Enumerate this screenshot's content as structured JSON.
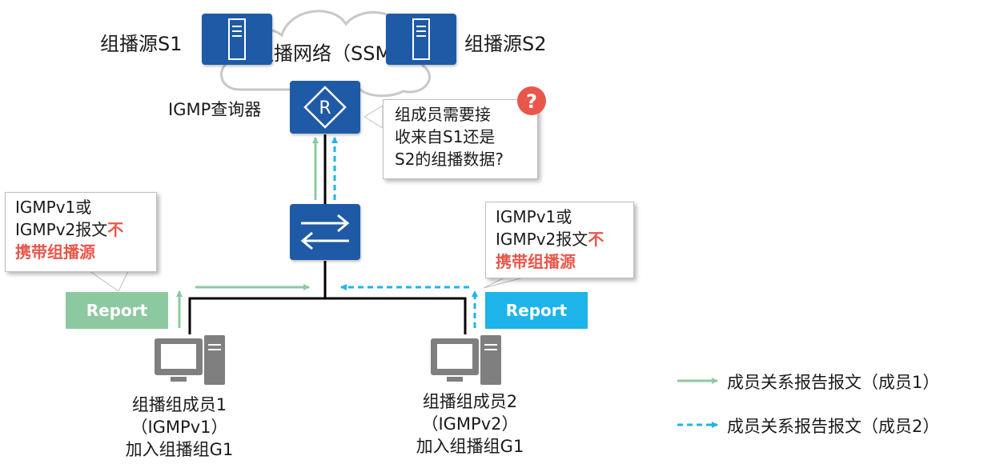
{
  "cloud": {
    "label": "组播网络（SSM）"
  },
  "sources": [
    {
      "label": "组播源S1",
      "icon": "server-icon"
    },
    {
      "label": "组播源S2",
      "icon": "server-icon"
    }
  ],
  "querier": {
    "label": "IGMP查询器",
    "icon": "router-icon"
  },
  "switch": {
    "icon": "switch-icon"
  },
  "question_bubble": {
    "lines": [
      "组成员需要接",
      "收来自S1还是",
      "S2的组播数据?"
    ],
    "icon": "question-icon",
    "badge_color": "#e8574a"
  },
  "callout_left": {
    "line1": "IGMPv1或",
    "line2a": "IGMPv2报文",
    "line2b": "不",
    "line3": "携带组播源"
  },
  "callout_right": {
    "line1": "IGMPv1或",
    "line2a": "IGMPv2报文",
    "line2b": "不",
    "line3": "携带组播源"
  },
  "report_left": {
    "label": "Report",
    "color": "#8dc9a0"
  },
  "report_right": {
    "label": "Report",
    "color": "#1eb4ea"
  },
  "host1": {
    "line1": "组播组成员1",
    "line2": "（IGMPv1）",
    "line3": "加入组播组G1",
    "icon": "computer-icon"
  },
  "host2": {
    "line1": "组播组成员2",
    "line2": "（IGMPv2）",
    "line3": "加入组播组G1",
    "icon": "computer-icon"
  },
  "legend": {
    "item1": {
      "label": "成员关系报告报文（成员1）",
      "color": "#8dc9a0",
      "style": "solid"
    },
    "item2": {
      "label": "成员关系报告报文（成员2）",
      "color": "#1eb4ea",
      "style": "dashed"
    }
  }
}
